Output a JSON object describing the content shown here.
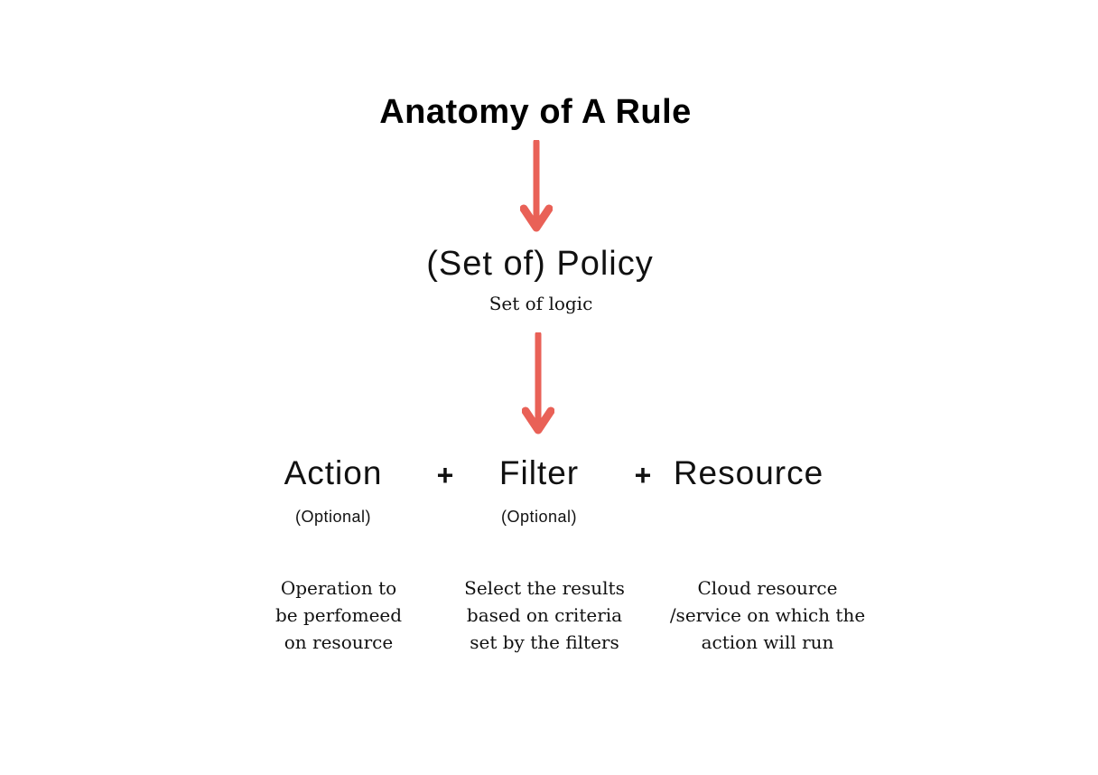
{
  "title": "Anatomy of A Rule",
  "colors": {
    "arrow": "#e96157",
    "text": "#111111",
    "background": "#ffffff"
  },
  "policy": {
    "heading": "(Set of) Policy",
    "subheading": "Set of logic"
  },
  "components": {
    "plus": "+",
    "items": [
      {
        "label": "Action",
        "note": "(Optional)",
        "description_lines": [
          "Operation to",
          "be perfomeed",
          "on resource"
        ]
      },
      {
        "label": "Filter",
        "note": "(Optional)",
        "description_lines": [
          "Select the results",
          "based on criteria",
          "set by the filters"
        ]
      },
      {
        "label": "Resource",
        "note": "",
        "description_lines": [
          "Cloud resource",
          "/service on which the",
          "action will run"
        ]
      }
    ]
  }
}
